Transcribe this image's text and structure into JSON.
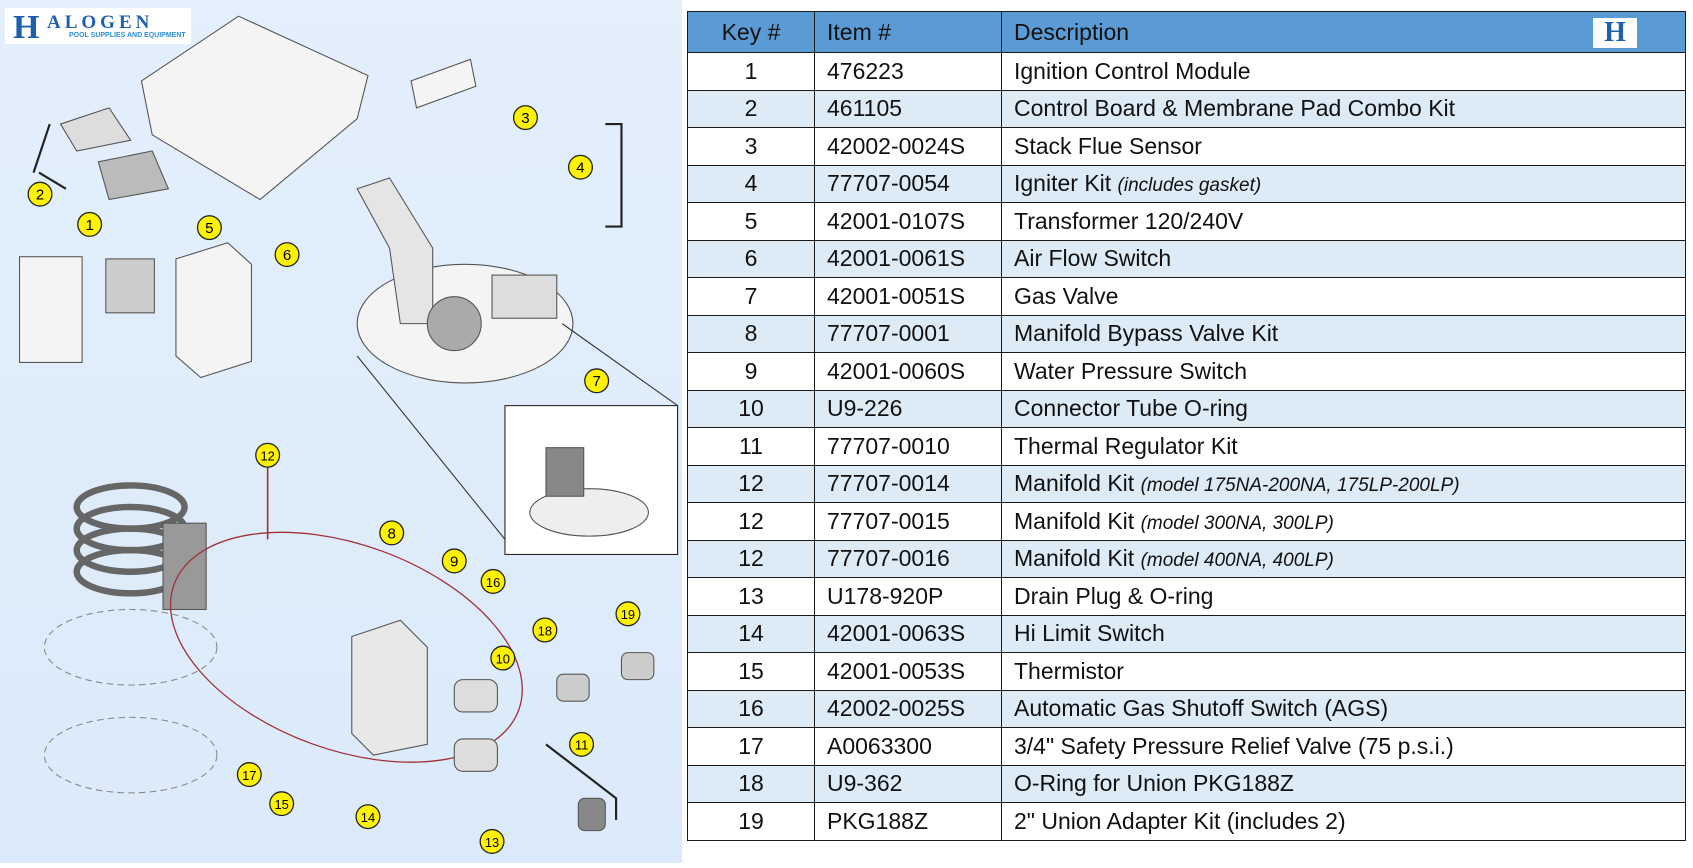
{
  "logo": {
    "letter": "H",
    "word": "ALOGEN",
    "tagline": "POOL SUPPLIES AND EQUIPMENT"
  },
  "table": {
    "headers": {
      "key": "Key #",
      "item": "Item #",
      "description": "Description",
      "logo_letter": "H"
    },
    "rows": [
      {
        "key": "1",
        "item": "476223",
        "description": "Ignition Control Module",
        "note": ""
      },
      {
        "key": "2",
        "item": "461105",
        "description": "Control Board & Membrane Pad Combo Kit",
        "note": ""
      },
      {
        "key": "3",
        "item": "42002-0024S",
        "description": "Stack Flue Sensor",
        "note": ""
      },
      {
        "key": "4",
        "item": "77707-0054",
        "description": "Igniter Kit",
        "note": "(includes gasket)"
      },
      {
        "key": "5",
        "item": "42001-0107S",
        "description": "Transformer 120/240V",
        "note": ""
      },
      {
        "key": "6",
        "item": "42001-0061S",
        "description": "Air Flow Switch",
        "note": ""
      },
      {
        "key": "7",
        "item": "42001-0051S",
        "description": "Gas Valve",
        "note": ""
      },
      {
        "key": "8",
        "item": "77707-0001",
        "description": "Manifold Bypass Valve Kit",
        "note": ""
      },
      {
        "key": "9",
        "item": "42001-0060S",
        "description": "Water Pressure Switch",
        "note": ""
      },
      {
        "key": "10",
        "item": "U9-226",
        "description": "Connector Tube O-ring",
        "note": ""
      },
      {
        "key": "11",
        "item": "77707-0010",
        "description": "Thermal Regulator Kit",
        "note": ""
      },
      {
        "key": "12",
        "item": "77707-0014",
        "description": "Manifold Kit",
        "note": "(model 175NA-200NA, 175LP-200LP)"
      },
      {
        "key": "12",
        "item": "77707-0015",
        "description": "Manifold Kit",
        "note": "(model 300NA, 300LP)"
      },
      {
        "key": "12",
        "item": "77707-0016",
        "description": "Manifold Kit",
        "note": "(model 400NA, 400LP)"
      },
      {
        "key": "13",
        "item": "U178-920P",
        "description": "Drain Plug & O-ring",
        "note": ""
      },
      {
        "key": "14",
        "item": "42001-0063S",
        "description": "Hi Limit Switch",
        "note": ""
      },
      {
        "key": "15",
        "item": "42001-0053S",
        "description": "Thermistor",
        "note": ""
      },
      {
        "key": "16",
        "item": "42002-0025S",
        "description": "Automatic Gas Shutoff  Switch (AGS)",
        "note": ""
      },
      {
        "key": "17",
        "item": "A0063300",
        "description": "3/4\" Safety Pressure Relief Valve (75 p.s.i.)",
        "note": ""
      },
      {
        "key": "18",
        "item": "U9-362",
        "description": "O-Ring for Union PKG188Z",
        "note": ""
      },
      {
        "key": "19",
        "item": "PKG188Z",
        "description": "2\" Union Adapter Kit (includes 2)",
        "note": ""
      }
    ]
  },
  "callouts": [
    "1",
    "2",
    "3",
    "4",
    "5",
    "6",
    "7",
    "8",
    "9",
    "10",
    "11",
    "12",
    "13",
    "14",
    "15",
    "16",
    "17",
    "18",
    "19"
  ],
  "colors": {
    "header": "#5b9bd5",
    "alt_row": "#ddebf7",
    "callout": "#fff200",
    "manifold_outline": "#a0303a"
  }
}
